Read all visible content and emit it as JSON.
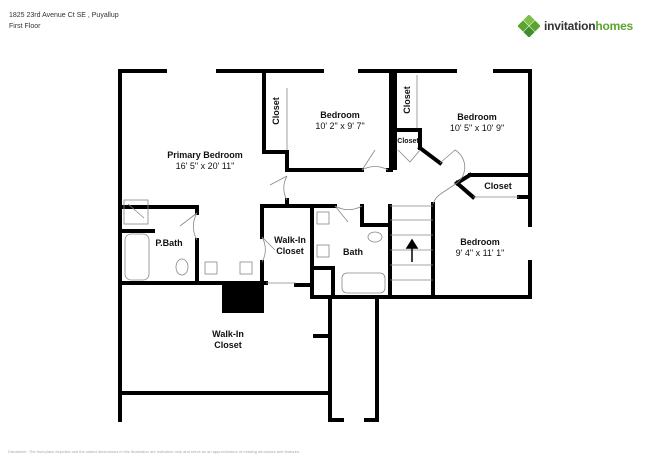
{
  "header": {
    "address": "1825 23rd Avenue Ct SE , Puyallup",
    "floor": "First Floor"
  },
  "logo": {
    "brand_first": "invitation",
    "brand_second": "homes",
    "colors": {
      "dark_green": "#3f8f2c",
      "light_green": "#7cc04a",
      "text": "#333333"
    }
  },
  "rooms": {
    "primary_bedroom": {
      "name": "Primary Bedroom",
      "dims": "16' 5\" x 20' 11\""
    },
    "bedroom_1": {
      "name": "Bedroom",
      "dims": "10' 2\" x 9' 7\""
    },
    "bedroom_2": {
      "name": "Bedroom",
      "dims": "10' 5\" x 10' 9\""
    },
    "bedroom_3": {
      "name": "Bedroom",
      "dims": "9' 4\" x 11' 1\""
    },
    "closet_1": {
      "name": "Closet"
    },
    "closet_2": {
      "name": "Closet"
    },
    "closet_3": {
      "name": "Closet"
    },
    "closet_4": {
      "name": "Closet"
    },
    "p_bath": {
      "name": "P.Bath"
    },
    "bath": {
      "name": "Bath"
    },
    "walkin_closet_1": {
      "line1": "Walk-In",
      "line2": "Closet"
    },
    "walkin_closet_2": {
      "line1": "Walk-In",
      "line2": "Closet"
    }
  },
  "footer": {
    "disclaimer": "Disclaimer: The floorplans depicted and the stated dimensions in this illustration are indicative only and serve as an approximation of existing structures and features."
  }
}
